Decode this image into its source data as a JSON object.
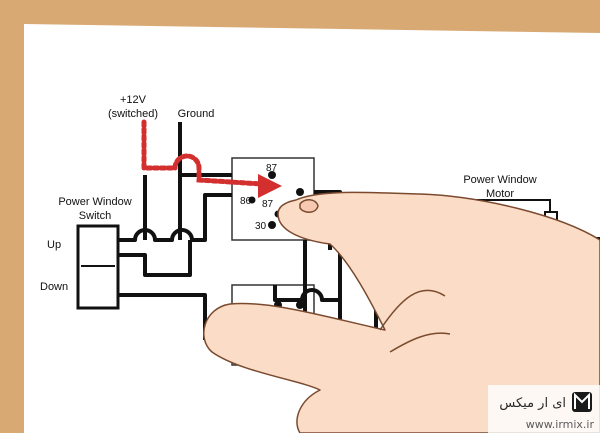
{
  "labels": {
    "plus12v": "+12V",
    "switched": "(switched)",
    "ground": "Ground",
    "switch_line1": "Power Window",
    "switch_line2": "Switch",
    "up": "Up",
    "down": "Down",
    "motor_line1": "Power Window",
    "motor_line2": "Motor"
  },
  "relay_pins": {
    "p87": "87",
    "p86": "86",
    "p87a": "87",
    "p30": "30"
  },
  "watermark": {
    "brand": "ای ار میکس",
    "url": "www.irmix.ir"
  },
  "colors": {
    "wire": "#111111",
    "highlight": "#d32f2f",
    "paper": "#ffffff",
    "table": "#d9a974",
    "skin": "#fbdcc6"
  }
}
